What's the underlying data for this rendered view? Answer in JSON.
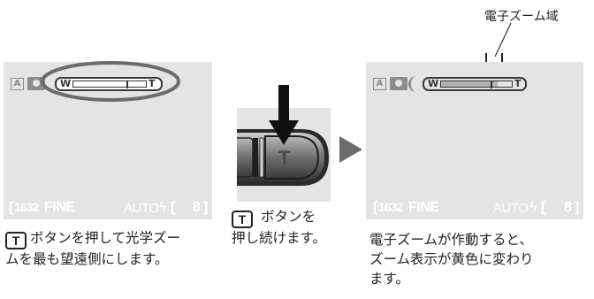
{
  "step1": {
    "screen": {
      "mode_label": "A",
      "zoom_w": "W",
      "zoom_t": "T",
      "status": {
        "frame_size": "1632",
        "quality": "FINE",
        "mode": "AUTO",
        "count": "8"
      }
    },
    "caption_key": "T",
    "caption_line1": "ボタンを押して光学ズー",
    "caption_line2": "ムを最も望遠側にします。"
  },
  "step2": {
    "button_letter": "T",
    "caption_key": "T",
    "caption_line1": "ボタンを",
    "caption_line2": "押し続けます。"
  },
  "step3": {
    "callout": "電子ズーム域",
    "screen": {
      "mode_label": "A",
      "zoom_w": "W",
      "zoom_t": "T",
      "status": {
        "frame_size": "1632",
        "quality": "FINE",
        "mode": "AUTO",
        "count": "8"
      }
    },
    "caption_line1": "電子ズームが作動すると、",
    "caption_line2": "ズーム表示が黄色に変わり",
    "caption_line3": "ます。"
  },
  "colors": {
    "screen_bg": "#e4e4e4",
    "highlight_ring": "#6b6b6b",
    "arrow": "#6b6b6b",
    "press_arrow": "#111111"
  }
}
